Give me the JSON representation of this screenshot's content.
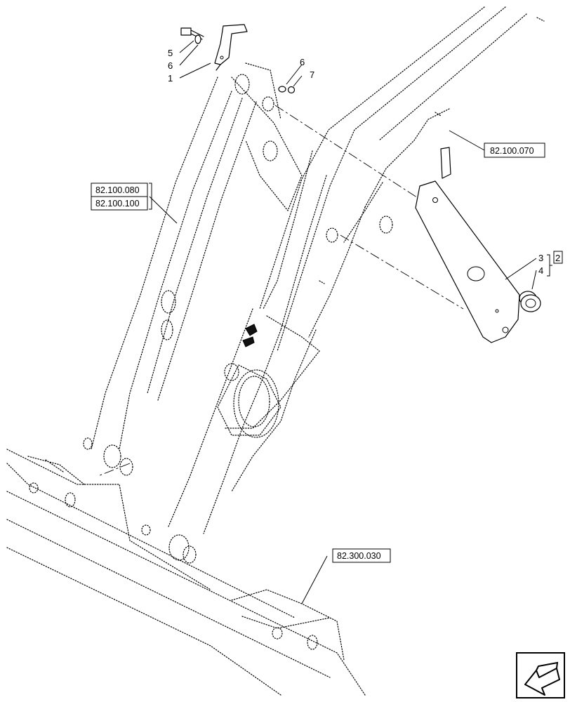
{
  "callouts": {
    "c1": "1",
    "c2": "2",
    "c3": "3",
    "c4": "4",
    "c5": "5",
    "c6a": "6",
    "c6b": "6",
    "c7": "7"
  },
  "references": {
    "r070": "82.100.070",
    "r080": "82.100.080",
    "r100": "82.100.100",
    "r030": "82.300.030"
  },
  "icons": {
    "nav": "previous-page-arrow-icon"
  }
}
